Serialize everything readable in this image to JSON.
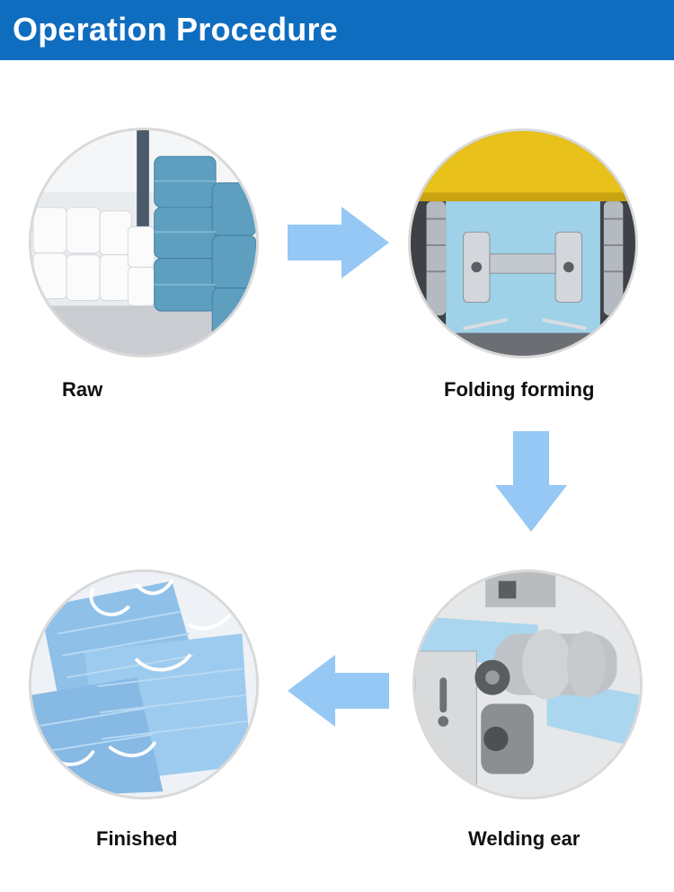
{
  "header": {
    "title": "Operation Procedure"
  },
  "steps": [
    {
      "label": "Raw",
      "image": "raw-material-rolls-photo"
    },
    {
      "label": "Folding forming",
      "image": "folding-forming-machine-photo"
    },
    {
      "label": "Welding ear",
      "image": "ear-welding-machine-photo"
    },
    {
      "label": "Finished",
      "image": "finished-masks-photo"
    }
  ],
  "colors": {
    "header_bg": "#0f6dbf",
    "header_text": "#ffffff",
    "arrow": "#96c8f5",
    "mask_blue": "#8fc0e8",
    "circle_border": "#d9d9d9"
  }
}
